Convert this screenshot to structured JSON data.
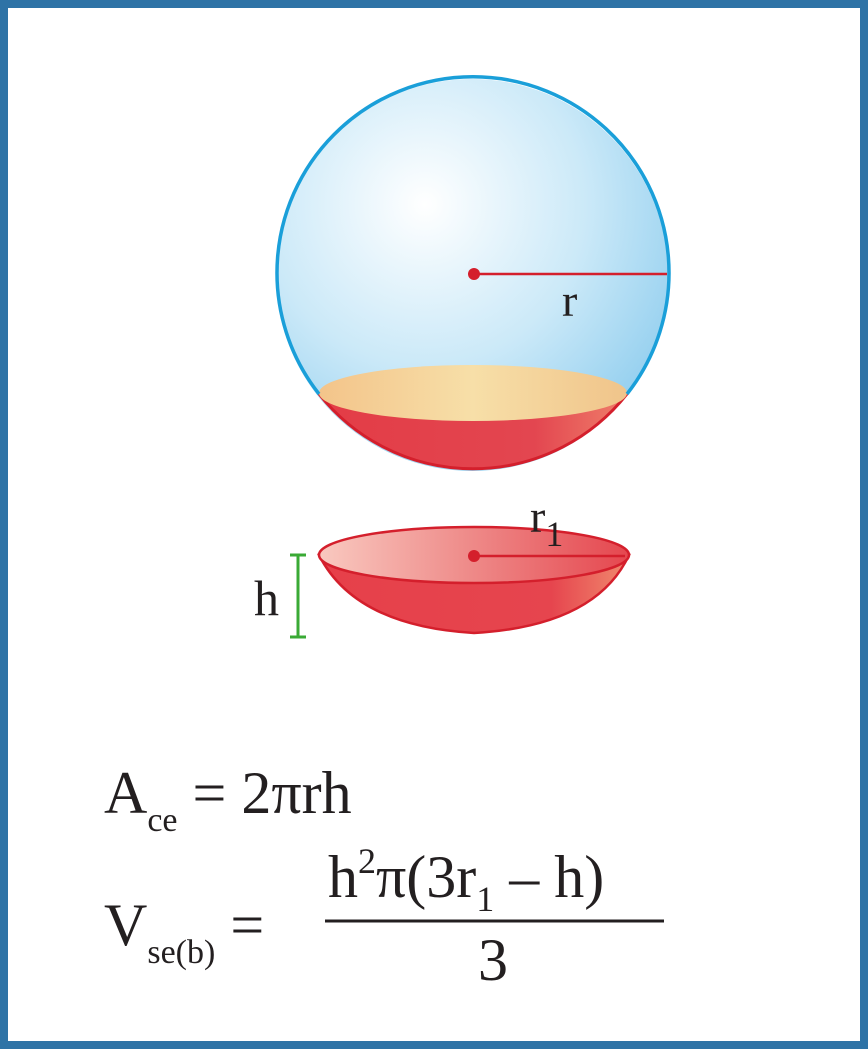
{
  "colors": {
    "frame": "#2e73a6",
    "sphere_outline": "#1a9fd9",
    "sphere_fill_light": "#ffffff",
    "sphere_fill_dark": "#8fcdee",
    "cap_fill": "#e5474f",
    "cap_outline": "#d41f2c",
    "cap_top": "#f5d69a",
    "radius_line": "#d41f2c",
    "height_marker": "#3aaa35",
    "text": "#231f20"
  },
  "labels": {
    "r": "r",
    "r1_main": "r",
    "r1_sub": "1",
    "h": "h"
  },
  "formulas": {
    "area_lhs_main": "A",
    "area_lhs_sub": "ce",
    "area_eq": "=",
    "area_rhs": "2πrh",
    "volume_lhs_main": "V",
    "volume_lhs_sub": "se(b)",
    "volume_eq": "=",
    "volume_num_h": "h",
    "volume_num_sup": "2",
    "volume_num_pi": "π(3r",
    "volume_num_sub": "1",
    "volume_num_tail": " – h)",
    "volume_den": "3"
  }
}
